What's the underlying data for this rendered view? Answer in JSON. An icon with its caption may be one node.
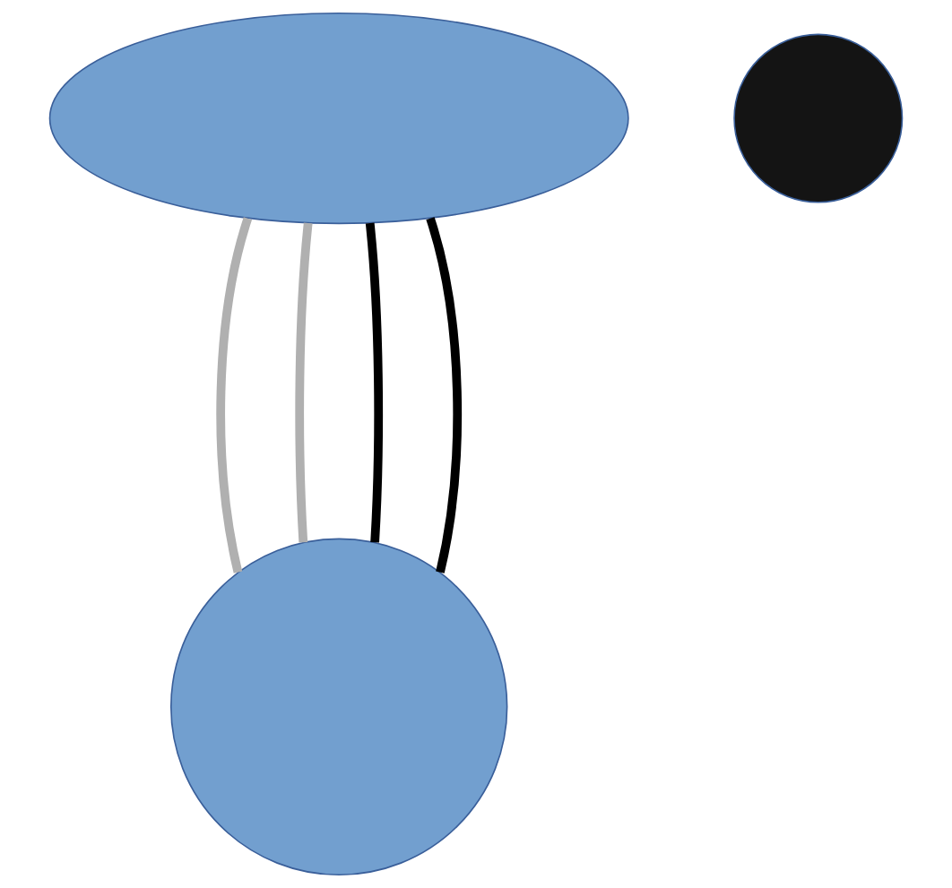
{
  "diagram": {
    "nodes": [
      {
        "text": [],
        "shape": "ellipse"
      },
      {
        "text": [],
        "shape": "circle"
      },
      {
        "text": [],
        "shape": "circle"
      }
    ],
    "edges": [
      {
        "from": 0,
        "to": 2,
        "arrow": "none",
        "color": "#b0b0b0"
      },
      {
        "from": 0,
        "to": 2,
        "arrow": "none",
        "color": "#b0b0b0"
      },
      {
        "from": 0,
        "to": 2,
        "arrow": "none",
        "color": "#000000"
      },
      {
        "from": 0,
        "to": 2,
        "arrow": "none",
        "color": "#000000"
      }
    ]
  }
}
